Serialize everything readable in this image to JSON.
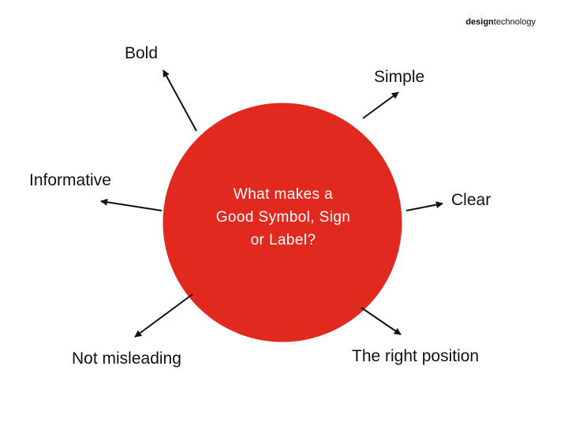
{
  "brand": {
    "strong": "design",
    "light": "technology"
  },
  "center": {
    "lines": [
      "What makes a",
      "Good Symbol, Sign",
      "or Label?"
    ],
    "color": "#e2291f"
  },
  "labels": {
    "bold": "Bold",
    "simple": "Simple",
    "informative": "Informative",
    "clear": "Clear",
    "not_misleading": "Not misleading",
    "right_position": "The right position"
  }
}
